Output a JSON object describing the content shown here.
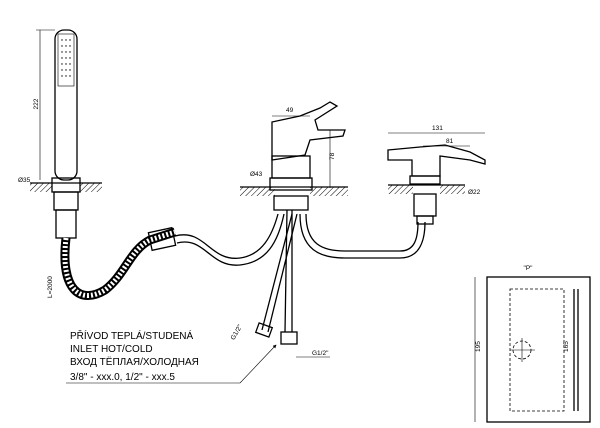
{
  "dimensions": {
    "shower_length": "222",
    "shower_dia": "Ø35",
    "hose_length": "L=2000",
    "mixer_width": "49",
    "mixer_height": "78",
    "mixer_dia": "Ø43",
    "spout_length": "131",
    "spout_inner": "81",
    "spout_dia": "Ø22",
    "thread_a": "G1/2\"",
    "thread_b": "G1/2\""
  },
  "inlet_note": {
    "line1": "PŘÍVOD TEPLÁ/STUDENÁ",
    "line2": "INLET HOT/COLD",
    "line3": "ВХОД ТЁПЛАЯ/ХОЛОДНАЯ",
    "line4": "3/8\" - xxx.0, 1/2\" - xxx.5"
  },
  "detail_view": {
    "title": "\"P\"",
    "height": "195",
    "inner_height": "165"
  }
}
